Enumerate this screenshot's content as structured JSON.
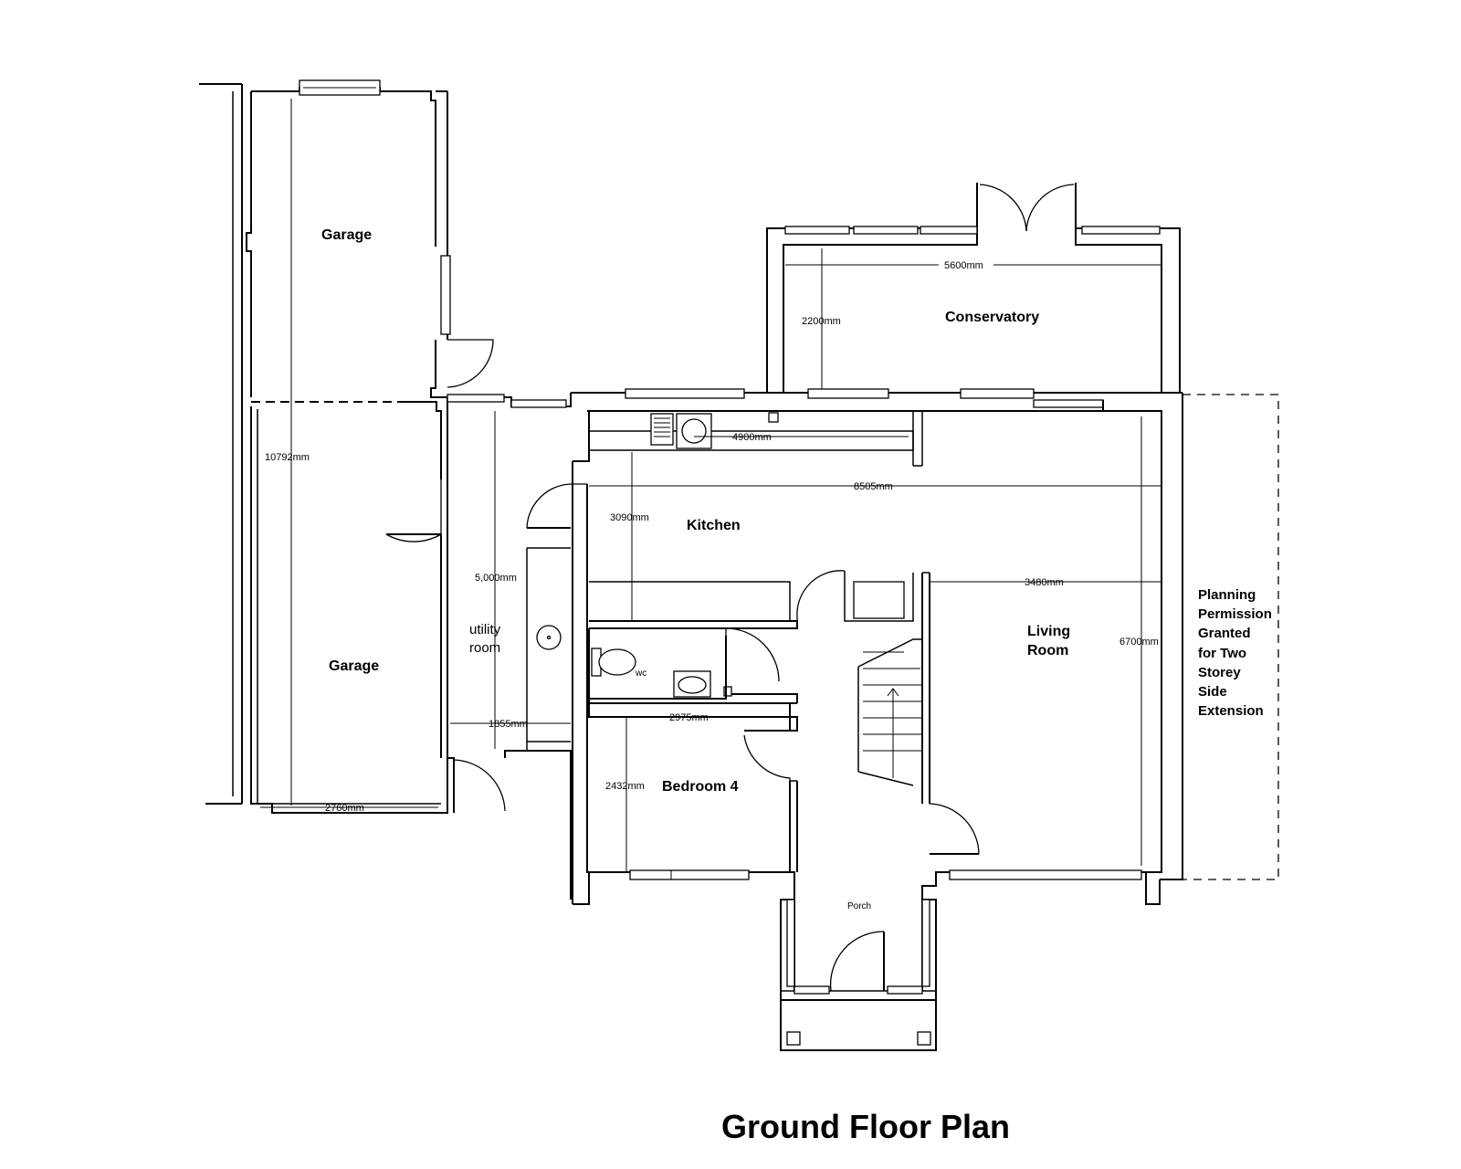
{
  "title": "Ground Floor Plan",
  "rooms": {
    "garage_rear": "Garage",
    "garage_front": "Garage",
    "conservatory": "Conservatory",
    "kitchen": "Kitchen",
    "utility_line1": "utility",
    "utility_line2": "room",
    "wc": "wc",
    "living_line1": "Living",
    "living_line2": "Room",
    "bedroom4": "Bedroom 4",
    "porch": "Porch"
  },
  "dimensions": {
    "garage_length": "10792mm",
    "garage_width": "2760mm",
    "conservatory_width": "5600mm",
    "conservatory_depth": "2200mm",
    "kitchen_worktop": "4900mm",
    "house_width": "8505mm",
    "kitchen_depth": "3090mm",
    "utility_length": "5,000mm",
    "utility_width": "1855mm",
    "living_width": "3480mm",
    "living_depth": "6700mm",
    "bedroom_width": "2975mm",
    "bedroom_depth": "2432mm"
  },
  "note": {
    "lines": [
      "Planning",
      "Permission",
      "Granted",
      "for Two",
      "Storey",
      "Side",
      "Extension"
    ]
  }
}
